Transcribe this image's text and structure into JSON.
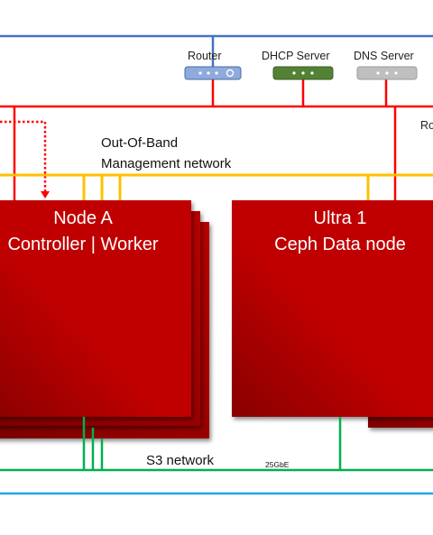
{
  "devices": {
    "router": "Router",
    "dhcp_server": "DHCP Server",
    "dns_server": "DNS Server",
    "cut_off_label": "Ro"
  },
  "networks": {
    "oob_line1": "Out-Of-Band",
    "oob_line2": "Management network",
    "s3": "S3 network",
    "s3_speed": "25GbE"
  },
  "nodes": {
    "node_a": {
      "title": "Node A",
      "roles": "Controller | Worker"
    },
    "ultra_1": {
      "title": "Ultra 1",
      "roles": "Ceph Data node"
    }
  },
  "colors": {
    "node_red": "#c00000",
    "node_dark_red": "#8b0000",
    "blue_network": "#4472c4",
    "red_network": "#ff0000",
    "yellow_network": "#ffc000",
    "green_network": "#00b050",
    "cyan_network": "#1fa7e0",
    "router_fill": "#8faadc",
    "dhcp_fill": "#548235",
    "dns_fill": "#bfbfbf"
  }
}
